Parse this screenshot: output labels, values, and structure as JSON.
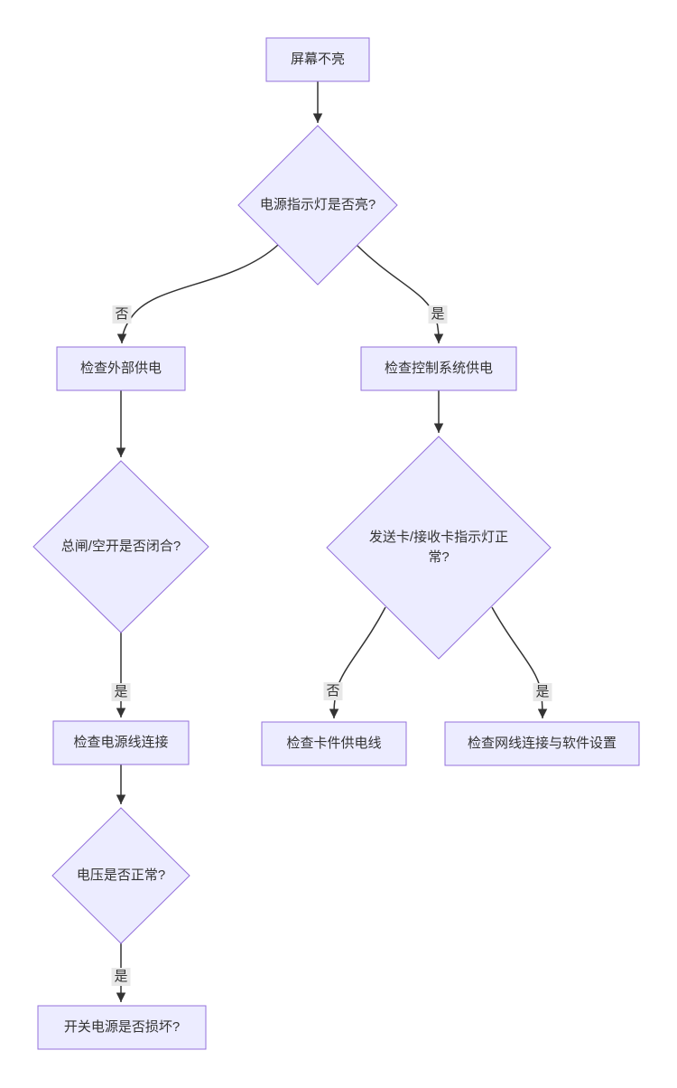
{
  "diagram": {
    "type": "flowchart",
    "direction": "top-down",
    "nodes": {
      "screen_dark": "屏幕不亮",
      "power_led": "电源指示灯是否亮?",
      "check_external_power": "检查外部供电",
      "check_control_power": "检查控制系统供电",
      "breaker_closed": "总闸/空开是否闭合?",
      "check_power_cable": "检查电源线连接",
      "voltage_ok": "电压是否正常?",
      "psu_damaged": "开关电源是否损坏?",
      "card_led_ok": "发送卡/接收卡指示灯正常?",
      "check_card_power": "检查卡件供电线",
      "check_network": "检查网线连接与软件设置"
    },
    "edge_labels": {
      "power_led_no": "否",
      "power_led_yes": "是",
      "breaker_yes": "是",
      "card_led_no": "否",
      "card_led_yes": "是",
      "voltage_yes": "是"
    },
    "colors": {
      "background": "#ffffff",
      "node_fill": "#ececff",
      "node_border": "#9370db",
      "edge_line": "#333333",
      "text": "#333333",
      "edge_label_bg": "#e8e8e8"
    }
  }
}
